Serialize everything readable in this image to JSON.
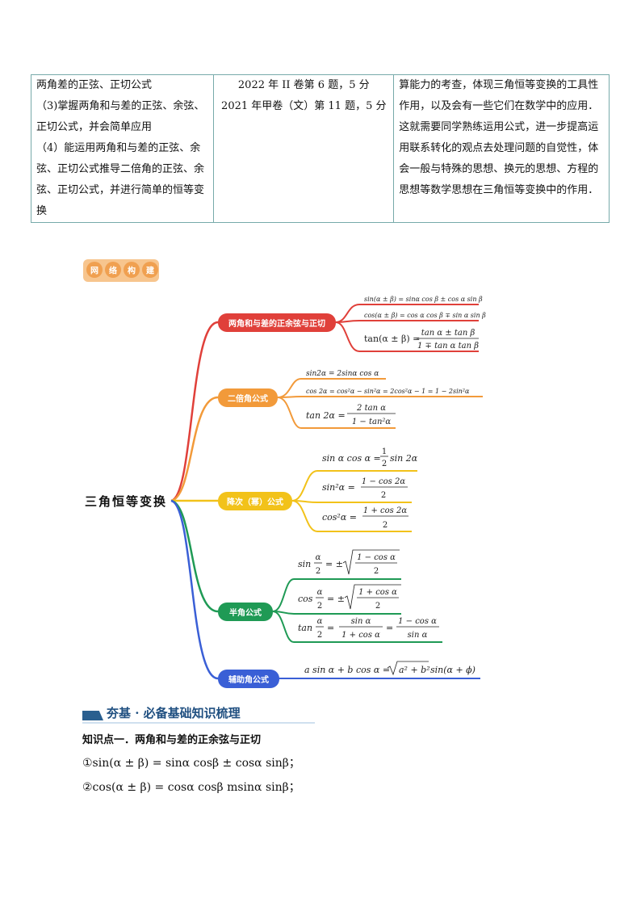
{
  "table": {
    "col1": [
      "两角差的正弦、正切公式",
      "（3)掌握两角和与差的正弦、余弦、正切公式，并会简单应用",
      "（4）能运用两角和与差的正弦、余弦、正切公式推导二倍角的正弦、余弦、正切公式，并进行简单的恒等变换"
    ],
    "col2": [
      "2022 年 II 卷第 6 题，5 分",
      "2021 年甲卷（文）第 11 题，5 分"
    ],
    "col3": [
      "算能力的考查，体现三角恒等变换的工具性作用，以及会有一些它们在数学中的应用．",
      "这就需要同学熟练运用公式，进一步提高运用联系转化的观点去处理问题的自觉性，体会一般与特殊的思想、换元的思想、方程的思想等数学思想在三角恒等变换中的作用．"
    ]
  },
  "badge": {
    "chars": [
      "网",
      "络",
      "构",
      "建"
    ],
    "color": "#f0a050"
  },
  "mindmap": {
    "root": "三角恒等变换",
    "branches": [
      {
        "label": "两角和与差的正余弦与正切",
        "color": "#e0403a",
        "formulas": [
          "sin(α ± β) = sinα cos β ± cos α sin β",
          "cos(α ± β) = cos α cos β ∓ sin α sin β",
          "tan(α ± β) = (tan α ± tan β)/(1 ∓ tan α tan β)"
        ]
      },
      {
        "label": "二倍角公式",
        "color": "#f29a3a",
        "formulas": [
          "sin2α = 2sinα cos α",
          "cos 2α = cos²α − sin²α = 2cos²α − 1 = 1 − 2sin²α",
          "tan 2α = 2 tan α/(1 − tan²α)"
        ]
      },
      {
        "label": "降次（幂）公式",
        "color": "#f2c21a",
        "formulas": [
          "sin α cos α = ½ sin 2α",
          "sin²α = (1 − cos 2α)/2",
          "cos²α = (1 + cos 2α)/2"
        ]
      },
      {
        "label": "半角公式",
        "color": "#1f9a55",
        "formulas": [
          "sin α/2 = ±√((1 − cos α)/2)",
          "cos α/2 = ±√((1 + cos α)/2)",
          "tan α/2 = sin α/(1 + cos α) = (1 − cos α)/sin α"
        ]
      },
      {
        "label": "辅助角公式",
        "color": "#3a5fd6",
        "formulas": [
          "a sin α + b cos α = √(a² + b²) sin(α + ϕ)"
        ]
      }
    ]
  },
  "section": {
    "title": "夯基 · 必备基础知识梳理",
    "color": "#1f4f80"
  },
  "knowledge": {
    "title": "知识点一．两角和与差的正余弦与正切",
    "items": [
      "①sin(α ± β) = sinα cosβ ± cosα sinβ；",
      "②cos(α ± β) = cosα cosβ msinα sinβ；"
    ]
  }
}
